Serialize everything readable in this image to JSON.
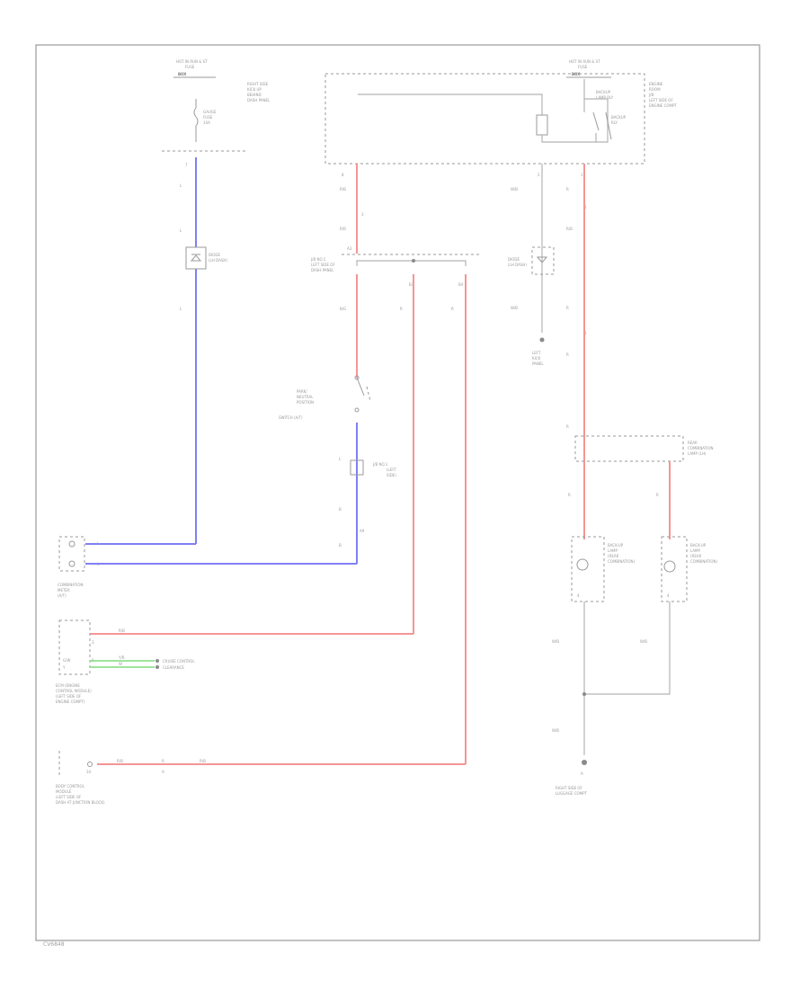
{
  "diagram_id": "CV6848",
  "colors": {
    "blue_wire": "#7f7ff5",
    "red_wire": "#f59595",
    "green_wire": "#7fdc7f",
    "frame": "#9a9a9a"
  },
  "texts": {
    "fuse_left": [
      "HOT IN RUN & ST",
      "FUSE",
      "BOX"
    ],
    "fuse_left_desc": [
      "RIGHT SIDE",
      "KICK UP",
      "BEHIND",
      "DASH PANEL"
    ],
    "fuse_left_sub": [
      "GAUGE",
      "FUSE",
      "10A"
    ],
    "fuse_right": [
      "HOT IN RUN & ST",
      "FUSE",
      "BOX"
    ],
    "relay_block": [
      "ENGINE",
      "ROOM",
      "J/B",
      "LEFT SIDE OF",
      "ENGINE COMPT"
    ],
    "relay_sw": [
      "BACKUP",
      "LAMP RLY"
    ],
    "relay_coil": [
      "BACKUP",
      "RLY"
    ],
    "diode": [
      "DIODE",
      "(LH DASH)"
    ],
    "jb_mid": [
      "J/B NO.1",
      "LEFT SIDE OF",
      "DASH PANEL"
    ],
    "jb_ground": [
      "J/B NO.1",
      "(LEFT",
      "SIDE)"
    ],
    "ground1": [
      "LEFT",
      "KICK",
      "PANEL"
    ],
    "ground2": [
      "RIGHT SIDE OF",
      "LUGGAGE COMPT"
    ],
    "bu_switch": [
      "PARK/",
      "NEUTRAL",
      "POSITION",
      "SWITCH (A/T)"
    ],
    "cluster": [
      "COMBINATION",
      "METER",
      "(A/T)"
    ],
    "ecm": [
      "ECM (ENGINE",
      "CONTROL MODULE)",
      "(LEFT SIDE OF",
      "ENGINE COMPT)"
    ],
    "tcm_ref": [
      "CRUISE CONTROL",
      "CLEARANCE"
    ],
    "bcm": [
      "BODY CONTROL",
      "MODULE",
      "(LEFT SIDE OF",
      "DASH AT JUNCTION BLOCK)"
    ],
    "combo_lamp": [
      "REAR",
      "COMBINATION",
      "LAMP (LH)"
    ],
    "lamp_left": [
      "BACK-UP",
      "LAMP",
      "(REAR",
      "COMBINATION)"
    ],
    "lamp_right": [
      "BACK-UP",
      "LAMP",
      "(REAR",
      "COMBINATION)"
    ],
    "wire_codes": [
      "R/B",
      "B/G",
      "R",
      "R",
      "R/B",
      "R",
      "R/B",
      "R",
      "R",
      "W/B",
      "W/B",
      "W/B",
      "W/B",
      "W/B",
      "R",
      "R",
      "R",
      "R",
      "L",
      "L",
      "L",
      "L",
      "B",
      "B",
      "R/B",
      "R/B",
      "R",
      "G/W",
      "Y",
      "Y/R",
      "W"
    ],
    "pin_codes": [
      "7",
      "8",
      "3",
      "2",
      "1",
      "A3",
      "B3",
      "B4",
      "A9",
      "3",
      "5",
      "2",
      "1",
      "4",
      "4",
      "11",
      "1",
      "2",
      "2",
      "1",
      "1",
      "34",
      "A"
    ]
  }
}
